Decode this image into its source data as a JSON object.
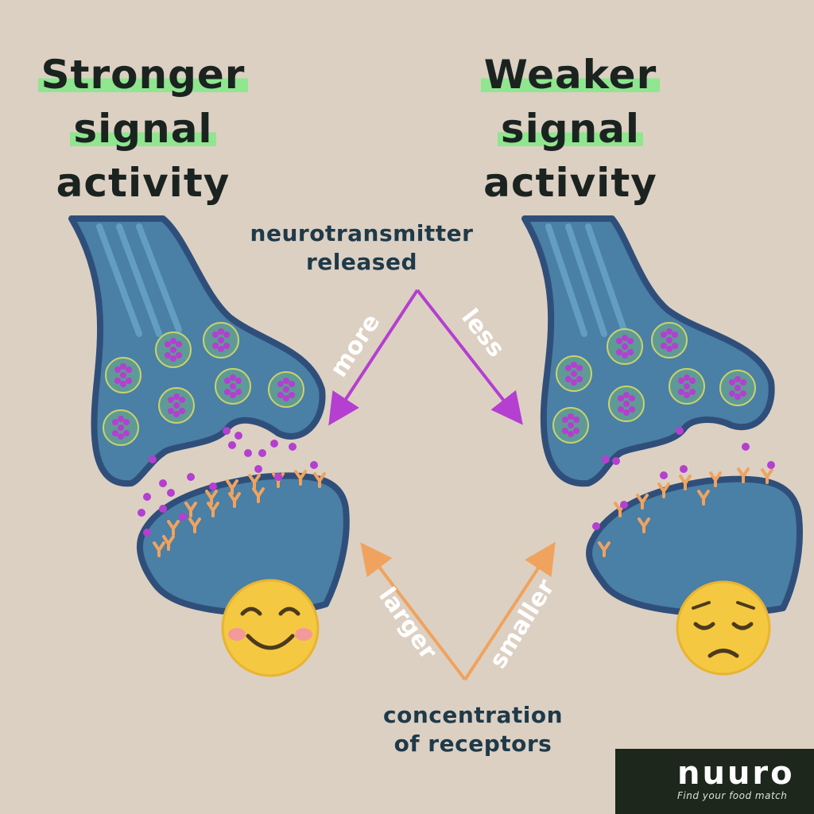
{
  "panels": {
    "left": {
      "title": [
        "Stronger",
        "signal",
        "activity"
      ]
    },
    "right": {
      "title": [
        "Weaker",
        "signal",
        "activity"
      ]
    }
  },
  "neurotransmitter": {
    "label": [
      "neurotransmitter",
      "released"
    ],
    "left_arrow": "more",
    "right_arrow": "less"
  },
  "receptors": {
    "label": [
      "concentration",
      "of receptors"
    ],
    "left_arrow": "larger",
    "right_arrow": "smaller"
  },
  "brand": {
    "name": "nuuro",
    "tagline": "Find your food match"
  },
  "colors": {
    "background": "#dcd0c3",
    "neuron": "#4a7fa6",
    "neuron_outline": "#2f4f7a",
    "highlight": "#8fe68f",
    "neurotransmitter": "#b43fd0",
    "receptor": "#f0a35e",
    "emoji": "#f5c842"
  }
}
